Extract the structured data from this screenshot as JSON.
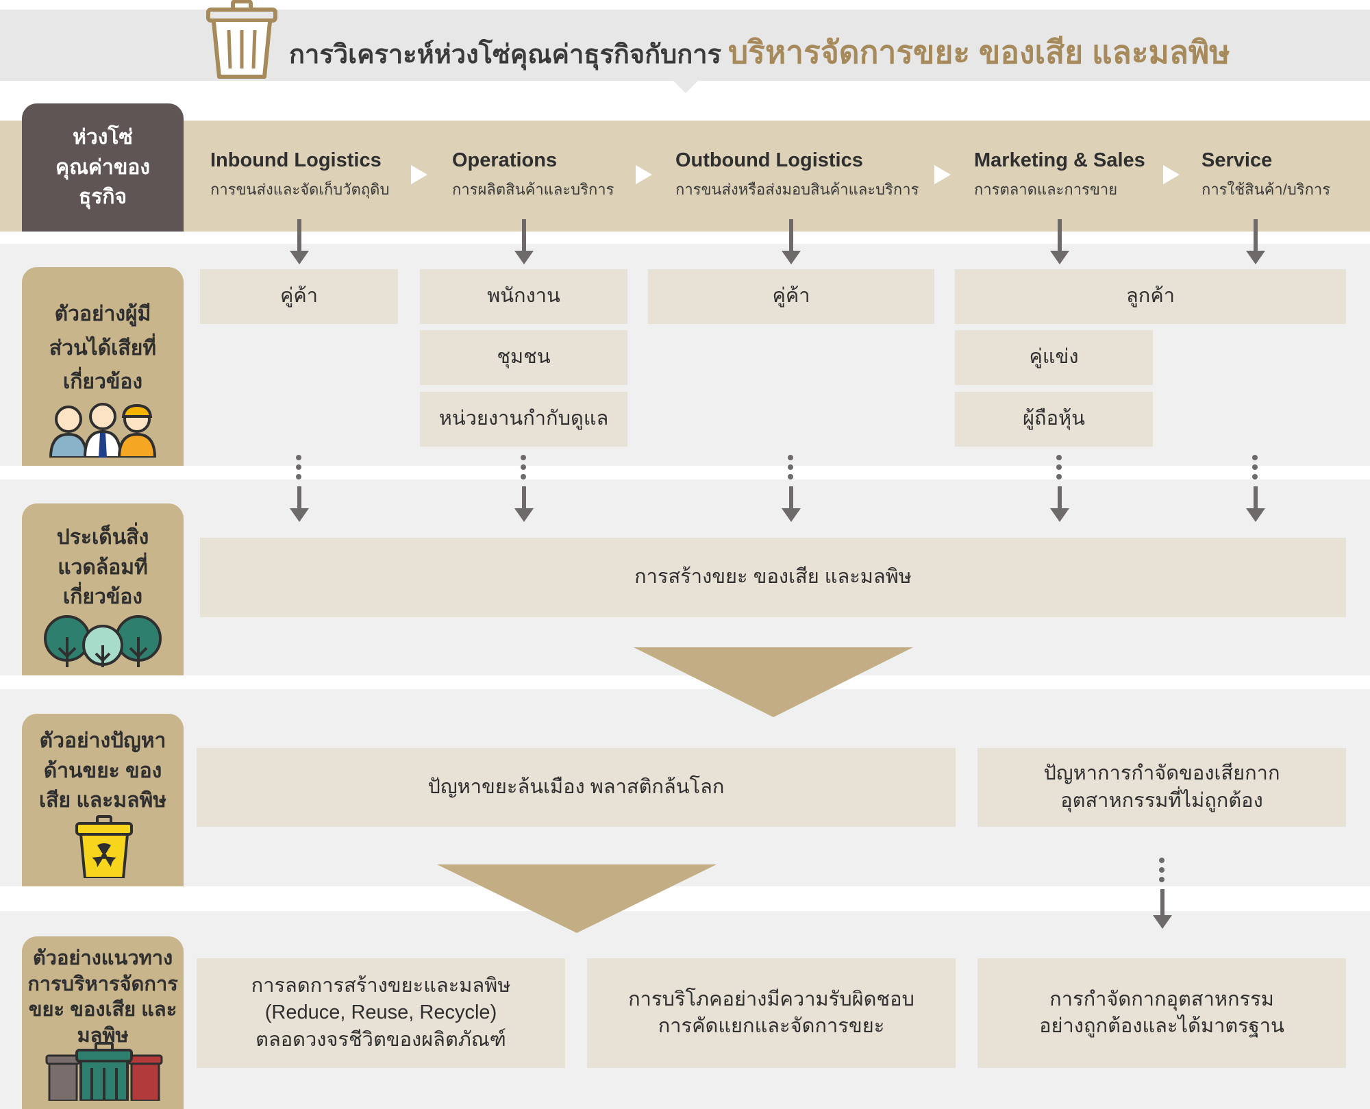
{
  "header": {
    "title_prefix": "การวิเคราะห์ห่วงโซ่คุณค่าธุรกิจกับการ",
    "title_accent": "บริหารจัดการขยะ ของเสีย และมลพิษ",
    "icon": "trash-can-icon"
  },
  "value_chain": {
    "label": "ห่วงโซ่คุณค่าของธุรกิจ",
    "stages": [
      {
        "en": "Inbound Logistics",
        "th": "การขนส่งและจัดเก็บวัตถุดิบ"
      },
      {
        "en": "Operations",
        "th": "การผลิตสินค้าและบริการ"
      },
      {
        "en": "Outbound Logistics",
        "th": "การขนส่งหรือส่งมอบสินค้าและบริการ"
      },
      {
        "en": "Marketing & Sales",
        "th": "การตลาดและการขาย"
      },
      {
        "en": "Service",
        "th": "การใช้สินค้า/บริการ"
      }
    ]
  },
  "stakeholders": {
    "label": "ตัวอย่างผู้มีส่วนได้เสียที่เกี่ยวข้อง",
    "icon": "people-icon",
    "inbound": [
      "คู่ค้า"
    ],
    "operations": [
      "พนักงาน",
      "ชุมชน",
      "หน่วยงานกำกับดูแล"
    ],
    "outbound": [
      "คู่ค้า"
    ],
    "customer": "ลูกค้า",
    "marketing": [
      "คู่แข่ง",
      "ผู้ถือหุ้น"
    ]
  },
  "issues": {
    "label": "ประเด็นสิ่งแวดล้อมที่เกี่ยวข้อง",
    "icon": "trees-icon",
    "text": "การสร้างขยะ ของเสีย และมลพิษ"
  },
  "problems": {
    "label": "ตัวอย่างปัญหาด้านขยะ ของเสีย และมลพิษ",
    "icon": "hazard-bin-icon",
    "items": [
      "ปัญหาขยะล้นเมือง พลาสติกล้นโลก",
      "ปัญหาการกำจัดของเสียกากอุตสาหกรรมที่ไม่ถูกต้อง"
    ]
  },
  "approaches": {
    "label": "ตัวอย่างแนวทางการบริหารจัดการขยะ ของเสีย และมลพิษ",
    "icon": "recycle-bins-icon",
    "items": [
      "การลดการสร้างขยะและมลพิษ (Reduce, Reuse, Recycle) ตลอดวงจรชีวิตของผลิตภัณฑ์",
      "การบริโภคอย่างมีความรับผิดชอบ การคัดแยกและจัดการขยะ",
      "การกำจัดกากอุตสาหกรรมอย่างถูกต้องและได้มาตรฐาน"
    ]
  },
  "colors": {
    "accent": "#a68a5b",
    "chain_band": "#ddd2b8",
    "side_tan": "#c9b58c",
    "side_dark": "#5e5554",
    "box": "#e8e1d5",
    "arrow": "#6f6a6a"
  }
}
